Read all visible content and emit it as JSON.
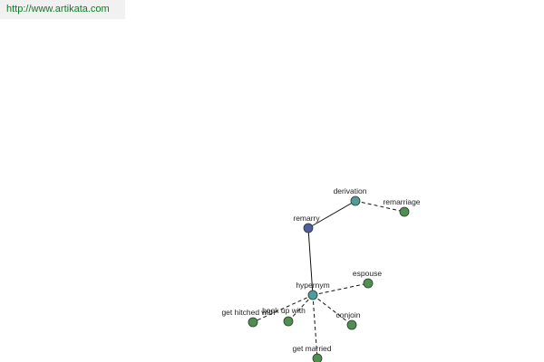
{
  "header": {
    "url": "http://www.artikata.com"
  },
  "colors": {
    "center_node": "#4d5f9c",
    "relation_node": "#4f9c98",
    "leaf_node": "#4f8f52",
    "node_stroke": "#2b3a2b",
    "edge": "#111111",
    "url_text": "#0f7a26",
    "url_background": "#f1f1f1"
  },
  "graph": {
    "nodes": [
      {
        "id": "remarry",
        "label": "remarry",
        "kind": "center"
      },
      {
        "id": "derivation",
        "label": "derivation",
        "kind": "relation"
      },
      {
        "id": "remarriage",
        "label": "remarriage",
        "kind": "leaf"
      },
      {
        "id": "hypernym",
        "label": "hypernym",
        "kind": "relation"
      },
      {
        "id": "espouse",
        "label": "espouse",
        "kind": "leaf"
      },
      {
        "id": "get-hitched-with",
        "label": "get hitched with",
        "kind": "leaf"
      },
      {
        "id": "hook-up-with",
        "label": "hook up with",
        "kind": "leaf"
      },
      {
        "id": "conjoin",
        "label": "conjoin",
        "kind": "leaf"
      },
      {
        "id": "get-married",
        "label": "get married",
        "kind": "leaf"
      }
    ],
    "edges": [
      {
        "from": "remarry",
        "to": "derivation",
        "style": "solid"
      },
      {
        "from": "derivation",
        "to": "remarriage",
        "style": "dashed"
      },
      {
        "from": "remarry",
        "to": "hypernym",
        "style": "solid"
      },
      {
        "from": "hypernym",
        "to": "espouse",
        "style": "dashed"
      },
      {
        "from": "hypernym",
        "to": "get-hitched-with",
        "style": "dashed"
      },
      {
        "from": "hypernym",
        "to": "hook-up-with",
        "style": "dashed"
      },
      {
        "from": "hypernym",
        "to": "conjoin",
        "style": "dashed"
      },
      {
        "from": "hypernym",
        "to": "get-married",
        "style": "dashed"
      }
    ]
  }
}
